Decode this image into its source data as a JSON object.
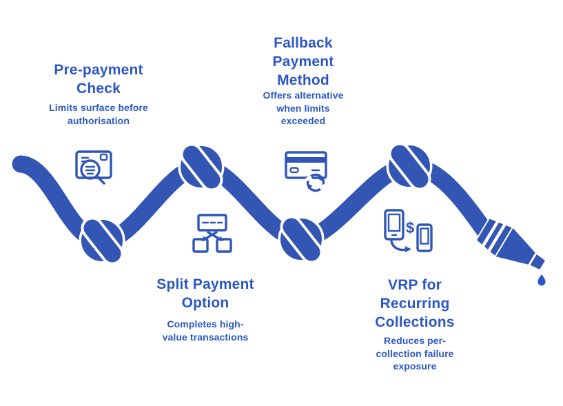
{
  "palette": {
    "hose": "#3355b4",
    "text": "#2b57c6",
    "icon": "#2f55b8",
    "background": "#ffffff"
  },
  "figure": {
    "kind": "hose-with-knots-infographic",
    "hose_ends": [
      "open-start",
      "nozzle-with-drip"
    ],
    "knot_count": 4
  },
  "steps": [
    {
      "id": "pre-payment-check",
      "title": "Pre-payment\nCheck",
      "subtitle": "Limits surface before\nauthorisation",
      "icon": "limit-check-icon"
    },
    {
      "id": "fallback-payment-method",
      "title": "Fallback\nPayment\nMethod",
      "subtitle": "Offers alternative\nwhen limits\nexceeded",
      "icon": "card-refresh-icon"
    },
    {
      "id": "split-payment-option",
      "title": "Split Payment\nOption",
      "subtitle": "Completes high-\nvalue transactions",
      "icon": "split-payment-icon",
      "icon_glyph": ""
    },
    {
      "id": "vrp-recurring-collections",
      "title": "VRP for\nRecurring\nCollections",
      "subtitle": "Reduces per-\ncollection failure\nexposure",
      "icon": "phone-payment-icon",
      "icon_glyph": "$"
    }
  ]
}
